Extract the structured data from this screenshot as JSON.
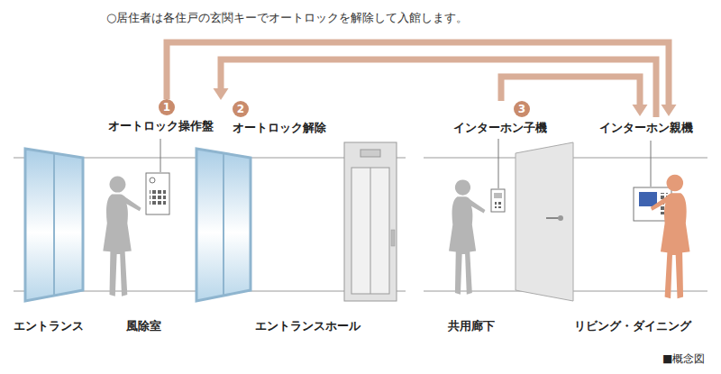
{
  "diagram": {
    "title": "○居住者は各住戸の玄関キーでオートロックを解除して入館します。",
    "caption": "■概念図",
    "nodes": [
      {
        "text": [
          "1",
          "オートロック操作盤"
        ]
      },
      {
        "text": [
          "2",
          "オートロック解除"
        ]
      },
      {
        "text": [
          "3",
          "インターホン子機"
        ]
      },
      {
        "text": [
          "インターホン親機"
        ]
      }
    ],
    "edges": [
      {
        "from": 0,
        "to": 3,
        "arrow": "to"
      },
      {
        "from": 3,
        "to": 1,
        "arrow": "to"
      },
      {
        "from": 2,
        "to": 3,
        "arrow": "to"
      }
    ],
    "labels": [
      "エントランス",
      "風除室",
      "エントランスホール",
      "共用廊下",
      "リビング・ダイニング"
    ]
  }
}
